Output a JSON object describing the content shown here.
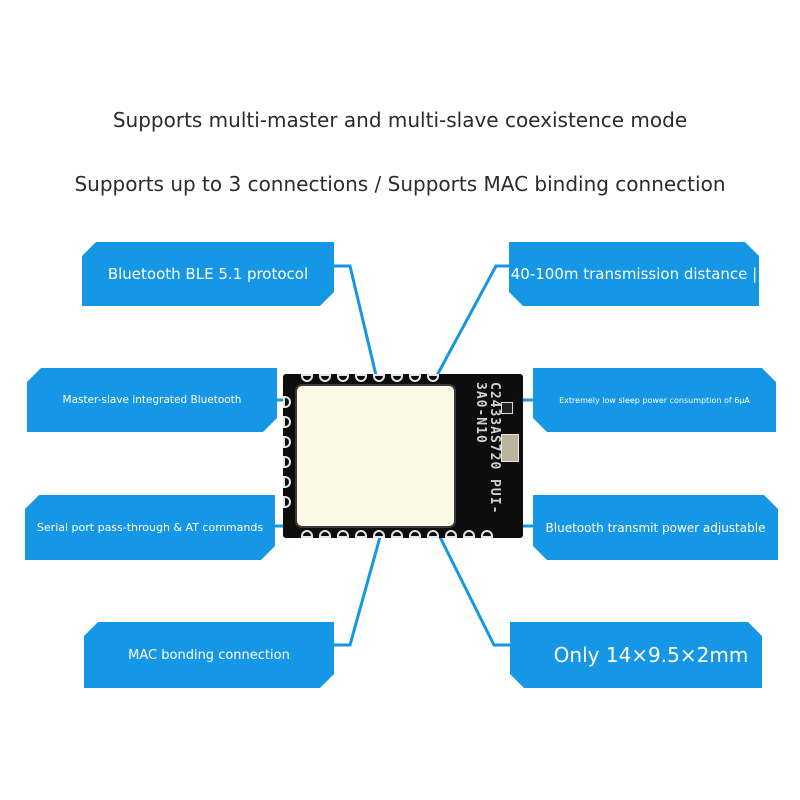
{
  "headlines": {
    "line1": "Supports multi-master and multi-slave coexistence mode",
    "line2": "Supports up to 3 connections / Supports MAC binding connection"
  },
  "callouts": [
    {
      "id": "ble-protocol",
      "text": "Bluetooth BLE 5.1 protocol",
      "side": "left"
    },
    {
      "id": "transmission-distance",
      "text": "40-100m transmission distance |",
      "side": "right"
    },
    {
      "id": "master-slave",
      "text": "Master-slave integrated Bluetooth",
      "side": "left"
    },
    {
      "id": "sleep-power",
      "text": "Extremely low sleep power consumption of 6μA",
      "side": "right"
    },
    {
      "id": "serial-passthrough",
      "text": "Serial port pass-through & AT commands",
      "side": "left"
    },
    {
      "id": "transmit-power",
      "text": "Bluetooth transmit power adjustable",
      "side": "right"
    },
    {
      "id": "mac-bonding",
      "text": "MAC bonding connection",
      "side": "left"
    },
    {
      "id": "size",
      "text": "Only 14×9.5×2mm",
      "side": "right"
    }
  ],
  "module": {
    "silkscreen": "C2433AS720 PUI-3A0-N10"
  },
  "colors": {
    "accent": "#1597e5",
    "text": "#2b2b2b",
    "pcb": "#0d0d0d",
    "shield": "#fbf8e6"
  }
}
